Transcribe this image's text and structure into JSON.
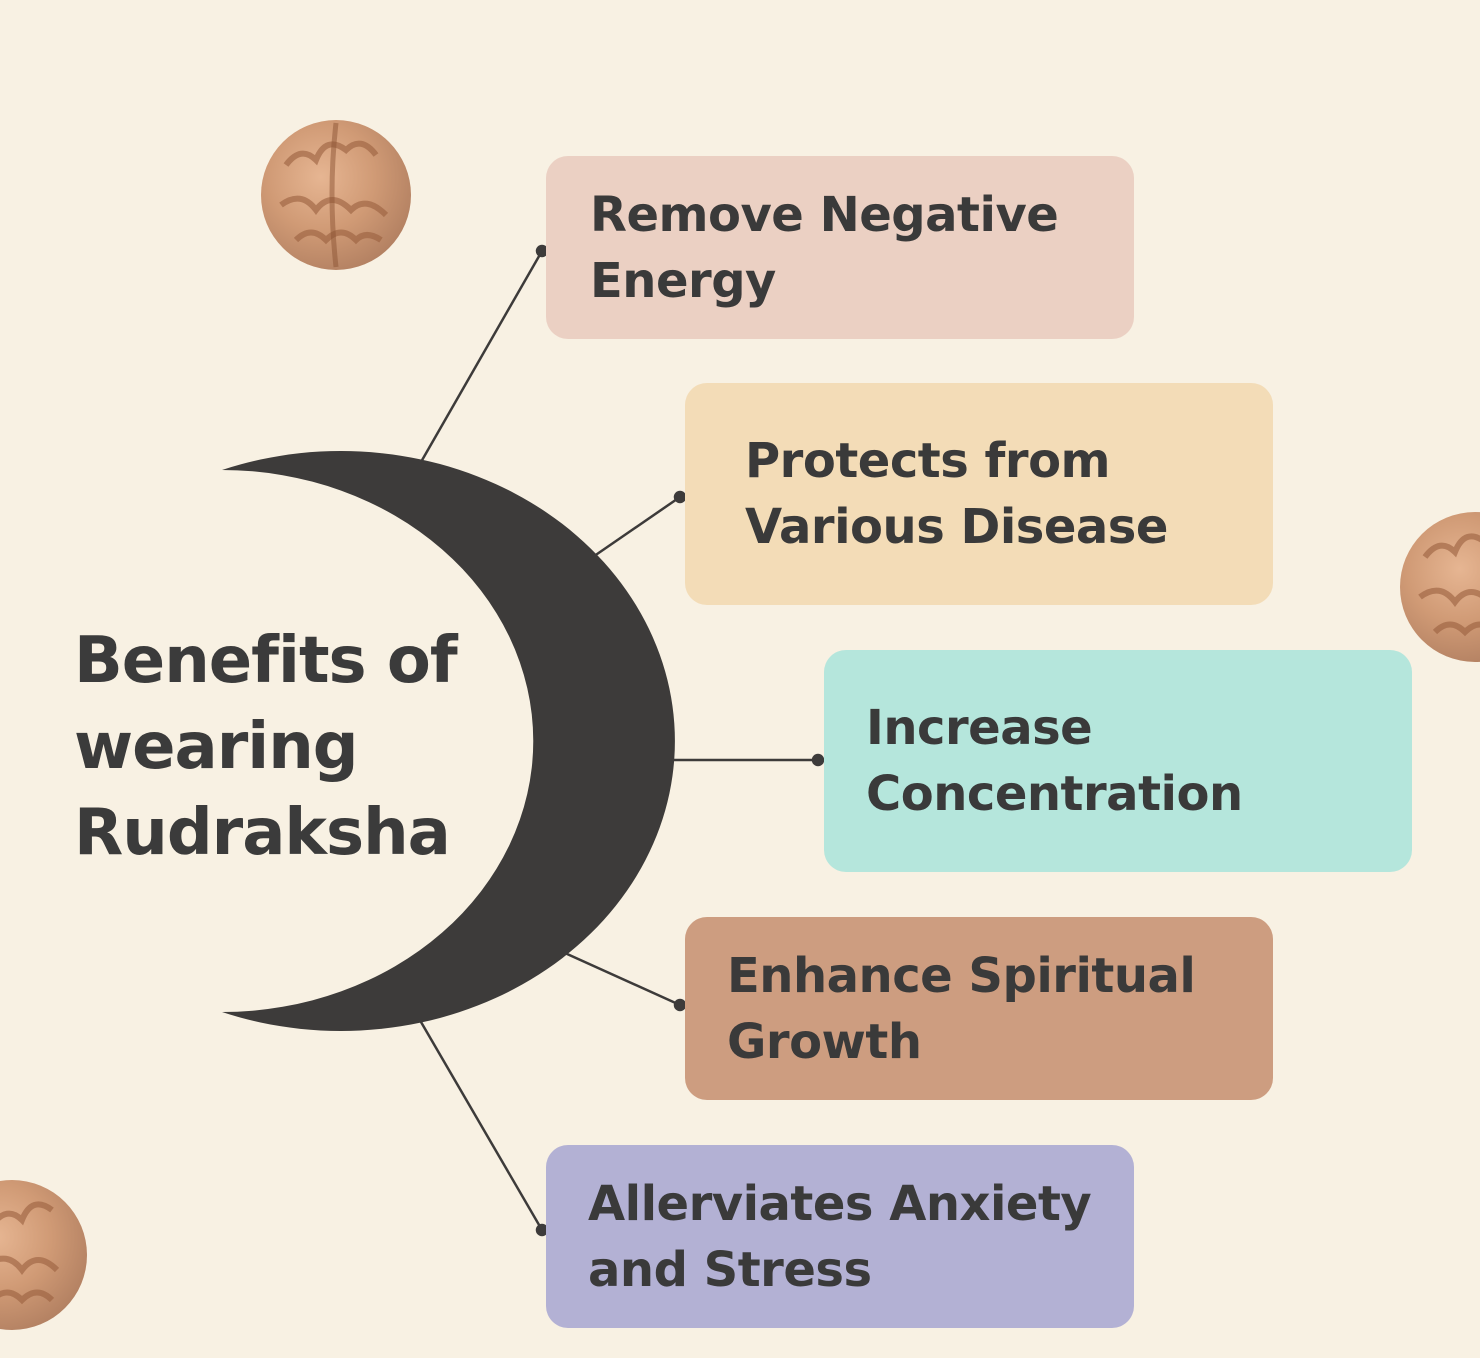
{
  "title": {
    "line1": "Benefits of",
    "line2": "wearing",
    "line3": "Rudraksha"
  },
  "benefits": [
    {
      "line1": "Remove Negative",
      "line2": "Energy"
    },
    {
      "line1": "Protects from",
      "line2": "Various Disease"
    },
    {
      "line1": "Increase",
      "line2": "Concentration"
    },
    {
      "line1": "Enhance Spiritual",
      "line2": "Growth"
    },
    {
      "line1": "Allerviates Anxiety",
      "line2": "and Stress"
    }
  ],
  "colors": {
    "background": "#f8f1e3",
    "crescent": "#3d3b3a",
    "card1": "#ebd0c3",
    "card2": "#f3dcb7",
    "card3": "#b5e6dc",
    "card4": "#cd9d80",
    "card5": "#b3b1d4",
    "bead": "#c98b62"
  },
  "decorations": [
    "rudraksha-bead-icon",
    "rudraksha-bead-icon",
    "rudraksha-bead-icon"
  ]
}
